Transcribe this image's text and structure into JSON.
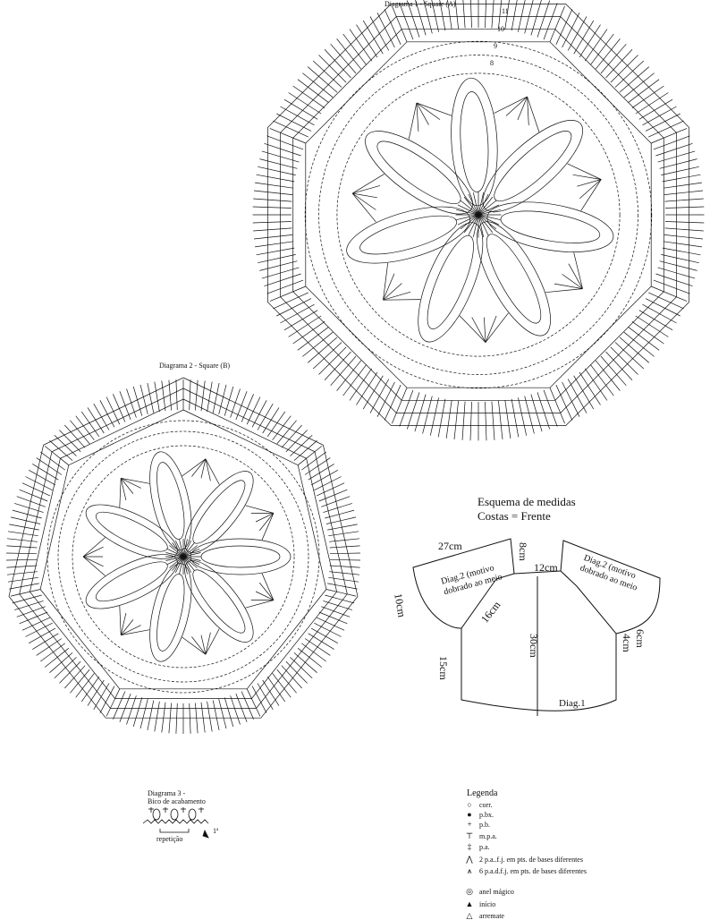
{
  "diagram1": {
    "title": "Diagrama 1 - Square (A)",
    "round_labels": [
      "11",
      "10",
      "9",
      "8"
    ]
  },
  "diagram2": {
    "title": "Diagrama 2 - Square (B)"
  },
  "diagram3": {
    "title": "Diagrama 3 -",
    "subtitle": "Bico de acabamento",
    "repeat_label": "repetição",
    "start_label": "1ª"
  },
  "schema": {
    "title_line1": "Esquema de medidas",
    "title_line2": "Costas = Frente",
    "measures": {
      "top_left": "27cm",
      "side_left": "10cm",
      "neck_drop": "8cm",
      "neck_width": "12cm",
      "armhole": "16cm",
      "body_height": "30cm",
      "body_side": "15cm",
      "cuff_a": "6cm",
      "cuff_b": "4cm"
    },
    "sleeve_left_label_1": "Diag.2 (motivo",
    "sleeve_left_label_2": "dobrado ao meio",
    "sleeve_right_label_1": "Diag.2 (motivo",
    "sleeve_right_label_2": "dobrado ao meio",
    "body_label": "Diag.1"
  },
  "legend": {
    "title": "Legenda",
    "items": [
      {
        "icon": "chain-icon",
        "symbol": "○",
        "label": "corr."
      },
      {
        "icon": "slip-stitch-icon",
        "symbol": "●",
        "label": "p.bx."
      },
      {
        "icon": "single-crochet-icon",
        "symbol": "+",
        "label": "p.b."
      },
      {
        "icon": "half-double-icon",
        "symbol": "⊤",
        "label": "m.p.a."
      },
      {
        "icon": "double-crochet-icon",
        "symbol": "‡",
        "label": "p.a."
      },
      {
        "icon": "two-dc-together-icon",
        "symbol": "⋀",
        "label": "2 p.a..f.j. em pts. de bases diferentes"
      },
      {
        "icon": "six-dc-together-icon",
        "symbol": "⩚",
        "label": "6 p.a.d.f.j. em pts. de bases diferentes"
      },
      {
        "icon": "magic-ring-icon",
        "symbol": "◎",
        "label": "anel mágico"
      },
      {
        "icon": "start-icon",
        "symbol": "▲",
        "label": "início"
      },
      {
        "icon": "finish-icon",
        "symbol": "△",
        "label": "arremate"
      }
    ]
  }
}
